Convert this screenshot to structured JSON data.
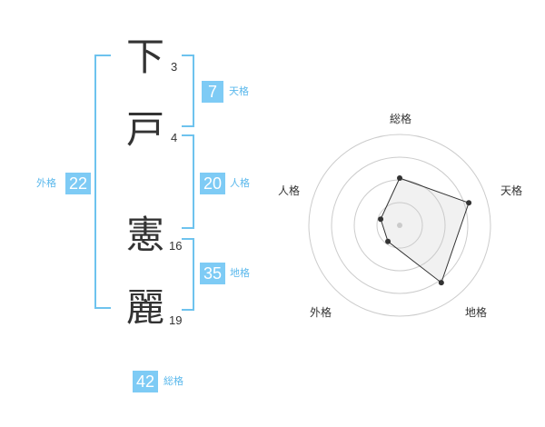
{
  "name": {
    "chars": [
      {
        "char": "下",
        "strokes": "3"
      },
      {
        "char": "戸",
        "strokes": "4"
      },
      {
        "char": "憲",
        "strokes": "16"
      },
      {
        "char": "麗",
        "strokes": "19"
      }
    ]
  },
  "kakusu": {
    "tenkaku": {
      "value": "7",
      "label": "天格"
    },
    "jinkaku": {
      "value": "20",
      "label": "人格"
    },
    "chikaku": {
      "value": "35",
      "label": "地格"
    },
    "gaikaku": {
      "value": "22",
      "label": "外格"
    },
    "soukaku": {
      "value": "42",
      "label": "総格"
    }
  },
  "colors": {
    "accent": "#7ecbf5",
    "bracket": "#6ec3ee",
    "text": "#333333"
  },
  "chart_data": {
    "type": "radar",
    "axes": [
      "総格",
      "天格",
      "地格",
      "外格",
      "人格"
    ],
    "values": [
      0.52,
      0.8,
      0.78,
      0.22,
      0.22
    ],
    "rings": 4,
    "max": 1
  }
}
